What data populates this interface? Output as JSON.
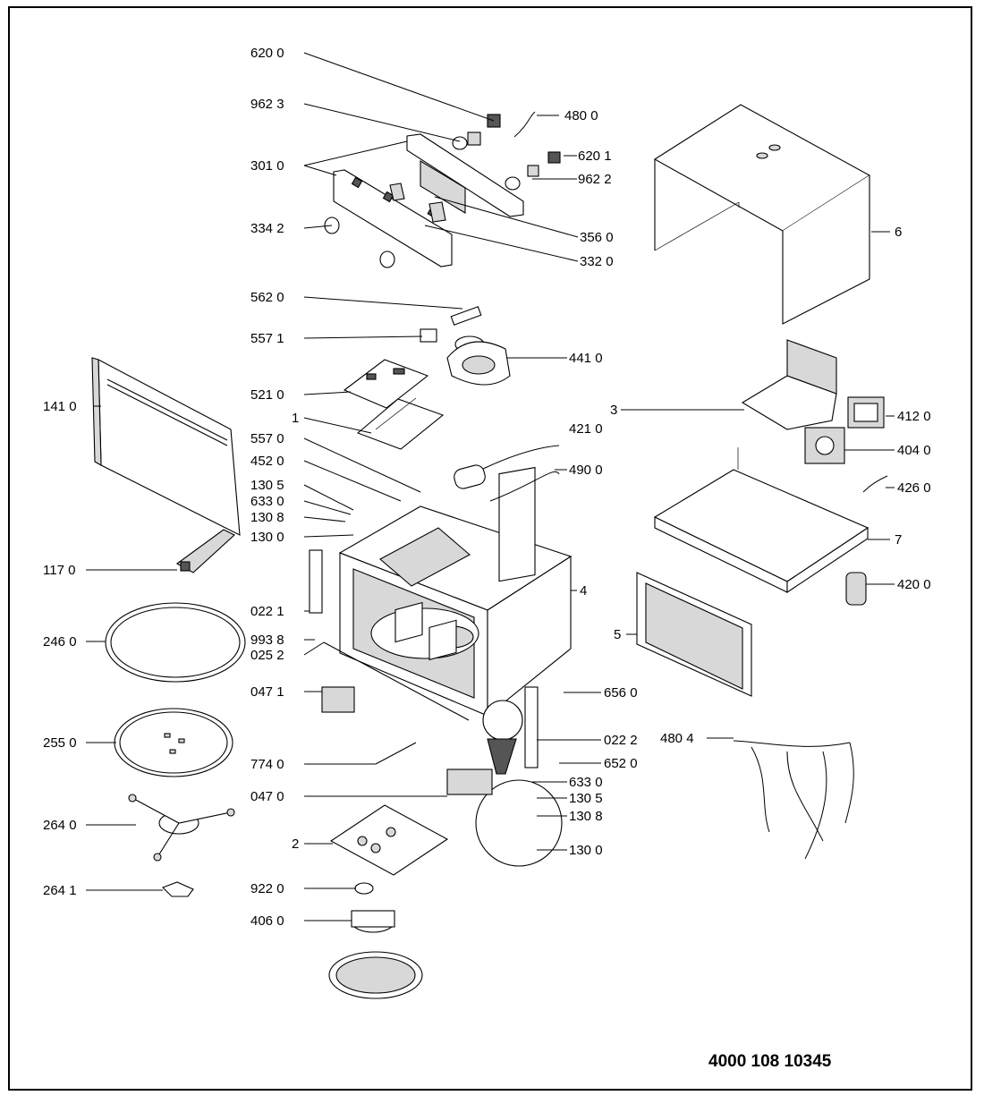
{
  "document_number": "4000 108 10345",
  "labels": [
    {
      "id": "l-6200",
      "text": "620 0"
    },
    {
      "id": "l-9623",
      "text": "962 3"
    },
    {
      "id": "l-4800",
      "text": "480 0"
    },
    {
      "id": "l-3010",
      "text": "301 0"
    },
    {
      "id": "l-6201",
      "text": "620 1"
    },
    {
      "id": "l-9622",
      "text": "962 2"
    },
    {
      "id": "l-3342",
      "text": "334 2"
    },
    {
      "id": "l-3560",
      "text": "356 0"
    },
    {
      "id": "l-3320",
      "text": "332 0"
    },
    {
      "id": "l-6",
      "text": "6"
    },
    {
      "id": "l-5620",
      "text": "562 0"
    },
    {
      "id": "l-5571",
      "text": "557 1"
    },
    {
      "id": "l-4410",
      "text": "441 0"
    },
    {
      "id": "l-1410",
      "text": "141 0"
    },
    {
      "id": "l-5210",
      "text": "521 0"
    },
    {
      "id": "l-3",
      "text": "3"
    },
    {
      "id": "l-4120",
      "text": "412 0"
    },
    {
      "id": "l-1",
      "text": "1"
    },
    {
      "id": "l-4210",
      "text": "421 0"
    },
    {
      "id": "l-5570",
      "text": "557 0"
    },
    {
      "id": "l-4040",
      "text": "404 0"
    },
    {
      "id": "l-4520",
      "text": "452 0"
    },
    {
      "id": "l-4900",
      "text": "490 0"
    },
    {
      "id": "l-1305a",
      "text": "130 5"
    },
    {
      "id": "l-4260",
      "text": "426 0"
    },
    {
      "id": "l-6330a",
      "text": "633 0"
    },
    {
      "id": "l-1308a",
      "text": "130 8"
    },
    {
      "id": "l-1300a",
      "text": "130 0"
    },
    {
      "id": "l-7",
      "text": "7"
    },
    {
      "id": "l-1170",
      "text": "117 0"
    },
    {
      "id": "l-4",
      "text": "4"
    },
    {
      "id": "l-4200",
      "text": "420 0"
    },
    {
      "id": "l-0221",
      "text": "022 1"
    },
    {
      "id": "l-2460",
      "text": "246 0"
    },
    {
      "id": "l-9938",
      "text": "993 8"
    },
    {
      "id": "l-5",
      "text": "5"
    },
    {
      "id": "l-0252",
      "text": "025 2"
    },
    {
      "id": "l-0471",
      "text": "047 1"
    },
    {
      "id": "l-6560",
      "text": "656 0"
    },
    {
      "id": "l-2550",
      "text": "255 0"
    },
    {
      "id": "l-4804",
      "text": "480 4"
    },
    {
      "id": "l-0222",
      "text": "022 2"
    },
    {
      "id": "l-7740",
      "text": "774 0"
    },
    {
      "id": "l-6520",
      "text": "652 0"
    },
    {
      "id": "l-6330b",
      "text": "633 0"
    },
    {
      "id": "l-0470",
      "text": "047 0"
    },
    {
      "id": "l-1305b",
      "text": "130 5"
    },
    {
      "id": "l-2640",
      "text": "264 0"
    },
    {
      "id": "l-1308b",
      "text": "130 8"
    },
    {
      "id": "l-2",
      "text": "2"
    },
    {
      "id": "l-1300b",
      "text": "130 0"
    },
    {
      "id": "l-9220",
      "text": "922 0"
    },
    {
      "id": "l-2641",
      "text": "264 1"
    },
    {
      "id": "l-4060",
      "text": "406 0"
    }
  ]
}
